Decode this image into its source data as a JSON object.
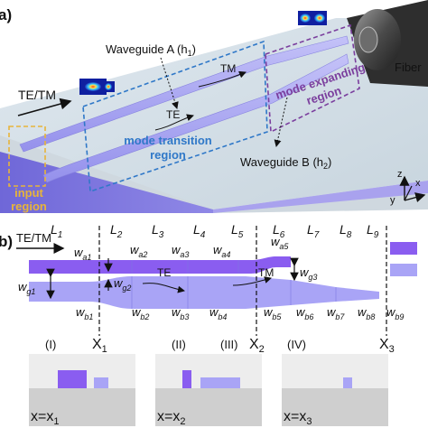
{
  "panel_a": {
    "panel_label": "a)",
    "input_label": "TE/TM",
    "waveguide_a": "Waveguide A (h",
    "waveguide_a_sub": "1",
    "waveguide_b": "Waveguide B (h",
    "waveguide_b_sub": "2",
    "te": "TE",
    "tm": "TM",
    "region_input_1": "input",
    "region_input_2": "region",
    "region_transition_1": "mode transition",
    "region_transition_2": "region",
    "region_expanding_1": "mode expanding",
    "region_expanding_2": "region",
    "fiber": "Fiber",
    "axis_z": "z",
    "axis_x": "x",
    "axis_y": "y",
    "colors": {
      "input": "#e7b43a",
      "transition": "#2f78c8",
      "expanding": "#7b3f9e",
      "waveguide": "#a8a6f2",
      "substrate": "#7b74de"
    }
  },
  "panel_b": {
    "panel_label": "b)",
    "input_label": "TE/TM",
    "te": "TE",
    "tm": "TM",
    "lengths": [
      {
        "s": "L",
        "sub": "1"
      },
      {
        "s": "L",
        "sub": "2"
      },
      {
        "s": "L",
        "sub": "3"
      },
      {
        "s": "L",
        "sub": "4"
      },
      {
        "s": "L",
        "sub": "5"
      },
      {
        "s": "L",
        "sub": "6"
      },
      {
        "s": "L",
        "sub": "7"
      },
      {
        "s": "L",
        "sub": "8"
      },
      {
        "s": "L",
        "sub": "9"
      }
    ],
    "upper_widths": [
      {
        "s": "w",
        "sub": "a1"
      },
      {
        "s": "w",
        "sub": "a2"
      },
      {
        "s": "w",
        "sub": "a3"
      },
      {
        "s": "w",
        "sub": "a4"
      },
      {
        "s": "w",
        "sub": "a5"
      }
    ],
    "lower_widths": [
      {
        "s": "w",
        "sub": "b1"
      },
      {
        "s": "w",
        "sub": "b2"
      },
      {
        "s": "w",
        "sub": "b3"
      },
      {
        "s": "w",
        "sub": "b4"
      },
      {
        "s": "w",
        "sub": "b5"
      },
      {
        "s": "w",
        "sub": "b6"
      },
      {
        "s": "w",
        "sub": "b7"
      },
      {
        "s": "w",
        "sub": "b8"
      },
      {
        "s": "w",
        "sub": "b9"
      }
    ],
    "gaps": [
      {
        "s": "w",
        "sub": "g1"
      },
      {
        "s": "w",
        "sub": "g2"
      },
      {
        "s": "w",
        "sub": "g3"
      }
    ],
    "positions": [
      {
        "s": "x",
        "sub": "1"
      },
      {
        "s": "x",
        "sub": "2"
      },
      {
        "s": "x",
        "sub": "3"
      }
    ],
    "cross_sections": [
      {
        "roman": "(I)",
        "eq": "x=x",
        "sub": "1"
      },
      {
        "roman": "(II)",
        "eq": "x=x",
        "sub": "2"
      },
      {
        "roman": "(III)",
        "eq": "",
        "sub": ""
      },
      {
        "roman": "(IV)",
        "eq": "x=x",
        "sub": "3"
      }
    ],
    "colors": {
      "dark": "#8a5df0",
      "light": "#a9a4f6",
      "box_top": "#ededed",
      "box_bottom": "#cfcfcf"
    }
  }
}
